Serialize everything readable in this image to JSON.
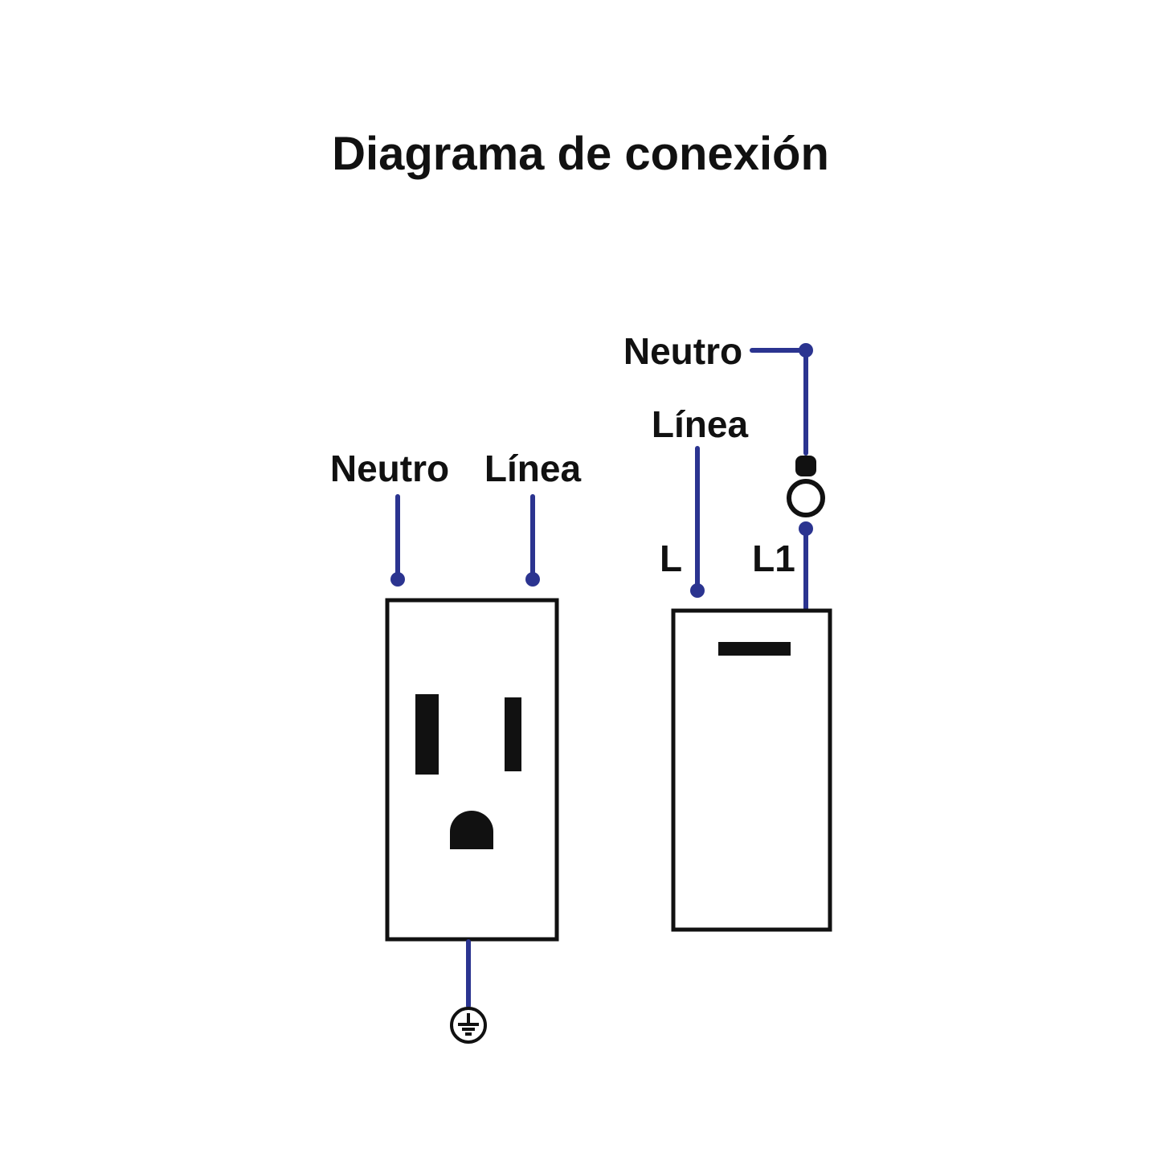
{
  "title": "Diagrama de conexión",
  "colors": {
    "wire": "#2b3490",
    "outline": "#000000",
    "fill_black": "#111111",
    "background": "#ffffff"
  },
  "receptacle": {
    "neutro_label": "Neutro",
    "linea_label": "Línea"
  },
  "switch": {
    "neutro_label": "Neutro",
    "linea_label": "Línea",
    "l_label": "L",
    "l1_label": "L1"
  },
  "icons": {
    "receptacle": "power-outlet-icon",
    "switch": "rocker-switch-icon",
    "bulb": "light-bulb-icon",
    "ground": "earth-ground-icon"
  }
}
